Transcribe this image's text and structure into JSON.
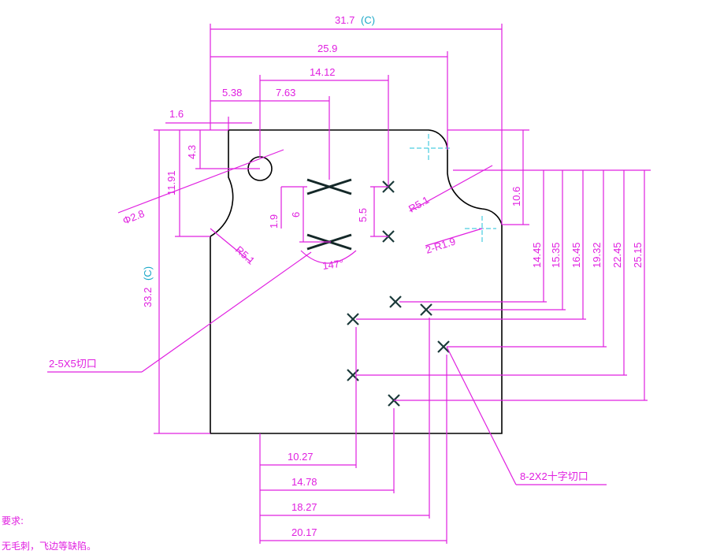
{
  "dimensions": {
    "top": {
      "overall_width": "31.7",
      "overall_ref": "(C)",
      "w_25_9": "25.9",
      "w_14_12": "14.12",
      "w_5_38": "5.38",
      "w_7_63": "7.63",
      "w_1_6": "1.6"
    },
    "left": {
      "h_4_3": "4.3",
      "h_11_91": "11.91",
      "h_33_2": "33.2",
      "h_33_2_ref": "(C)",
      "h_1_9": "1.9",
      "h_6": "6",
      "h_5_5": "5.5"
    },
    "right": {
      "v_10_6": "10.6",
      "v_14_45": "14.45",
      "v_15_35": "15.35",
      "v_16_45": "16.45",
      "v_19_32": "19.32",
      "v_22_45": "22.45",
      "v_25_15": "25.15"
    },
    "bottom": {
      "b_10_27": "10.27",
      "b_14_78": "14.78",
      "b_18_27": "18.27",
      "b_20_17": "20.17"
    }
  },
  "callouts": {
    "hole": "Φ2.8",
    "radius_left": "R5.1",
    "radius_right": "R5.1",
    "radius_small": "2-R1.9",
    "angle": "147°",
    "slot_cut": "2-5X5切口",
    "cross_cut": "8-2X2十字切口"
  },
  "notes": {
    "heading": "要求:",
    "line1": "无毛刺，飞边等缺陷。"
  },
  "colors": {
    "dimension": "#e020e0",
    "outline": "#000000",
    "marks": "#1b3a3a",
    "reference": "#1aa8c8"
  }
}
